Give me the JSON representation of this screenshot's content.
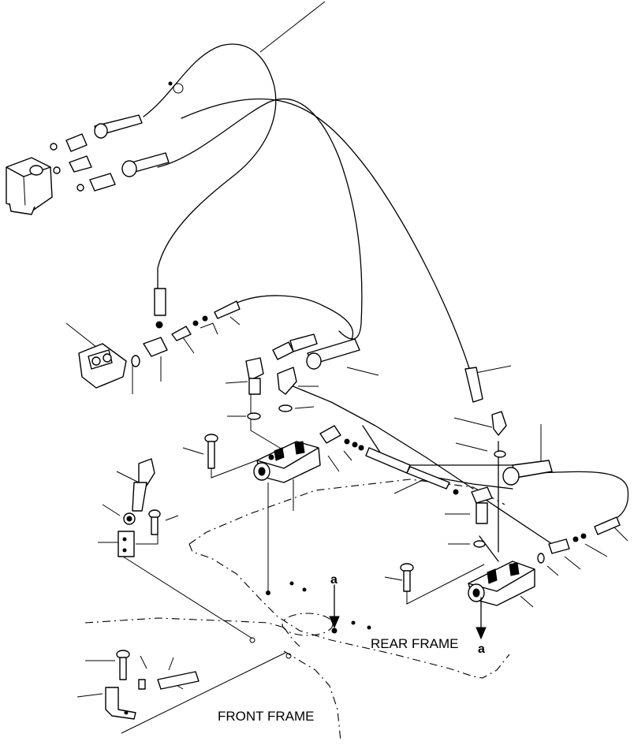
{
  "labels": {
    "rear_frame": "REAR FRAME",
    "front_frame": "FRONT FRAME",
    "view_a_top": "a",
    "view_a_bottom": "a"
  }
}
